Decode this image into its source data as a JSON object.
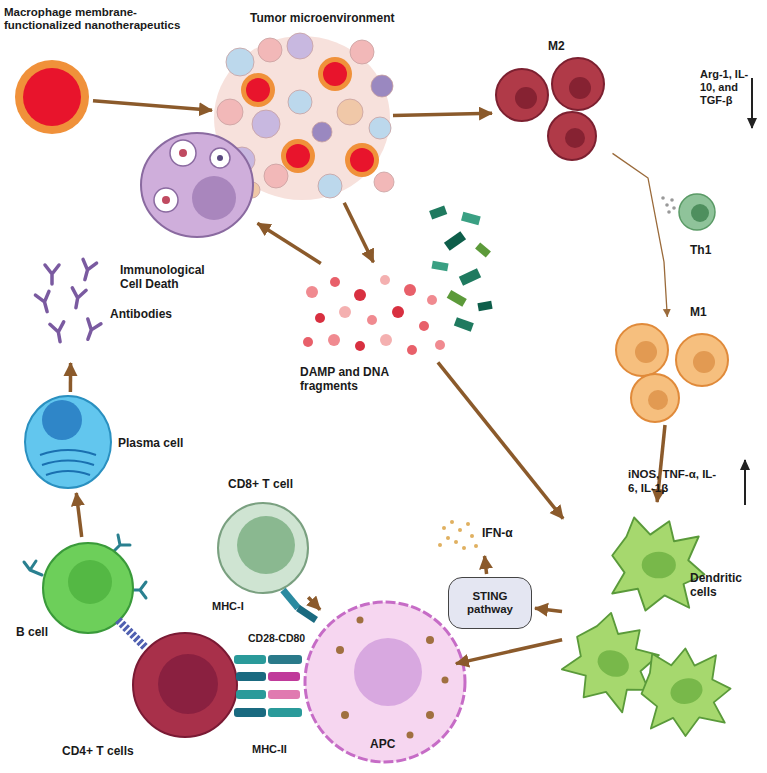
{
  "diagram": {
    "nodes": [
      {
        "text": [
          "Macrophage membrane-functionalized nanotherapeutics"
        ]
      },
      {
        "text": [
          "Tumor microenvironment"
        ]
      },
      {
        "text": [
          "M2"
        ]
      },
      {
        "text": [
          "Th1"
        ]
      },
      {
        "text": [
          "M1"
        ]
      },
      {
        "text": [
          "Immunological Cell Death"
        ]
      },
      {
        "text": [
          "DAMP and DNA fragments"
        ]
      },
      {
        "text": [
          "Antibodies"
        ]
      },
      {
        "text": [
          "Plasma cell"
        ]
      },
      {
        "text": [
          "Dendritic cells"
        ]
      },
      {
        "text": [
          "STING pathway"
        ]
      },
      {
        "text": [
          "CD8+ T cell"
        ]
      },
      {
        "text": [
          "IFN-α"
        ]
      },
      {
        "text": [
          "APC"
        ]
      },
      {
        "text": [
          "CD4+ T cells"
        ]
      },
      {
        "text": [
          "B cell"
        ]
      }
    ],
    "edges": [
      {
        "from": 0,
        "to": 1,
        "arrow": "to"
      },
      {
        "from": 1,
        "to": 2,
        "arrow": "to"
      },
      {
        "from": 2,
        "to": 4,
        "arrow": "to"
      },
      {
        "from": 1,
        "to": 6,
        "arrow": "to"
      },
      {
        "from": 6,
        "to": 5,
        "arrow": "to"
      },
      {
        "from": 6,
        "to": 9,
        "arrow": "to"
      },
      {
        "from": 4,
        "to": 9,
        "arrow": "to"
      },
      {
        "from": 9,
        "to": 10,
        "arrow": "to"
      },
      {
        "from": 10,
        "to": 12,
        "arrow": "to"
      },
      {
        "from": 11,
        "to": 13,
        "arrow": "to"
      },
      {
        "from": 9,
        "to": 13,
        "arrow": "to"
      },
      {
        "from": 15,
        "to": 8,
        "arrow": "to"
      },
      {
        "from": 8,
        "to": 7,
        "arrow": "to"
      }
    ],
    "labels": [
      "Arg-1, IL-10, and TGF-β",
      "iNOS, TNF-α, IL-6, IL-1β",
      "MHC-I",
      "CD28-CD80",
      "MHC-II"
    ]
  }
}
